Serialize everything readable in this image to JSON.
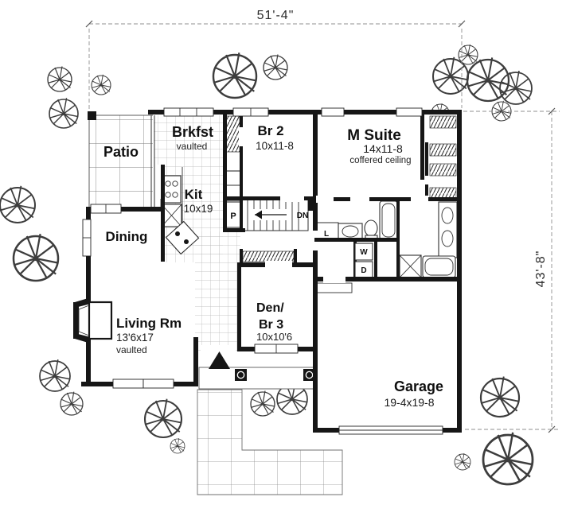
{
  "plan": {
    "dimensions": {
      "width": "51'-4\"",
      "height": "43'-8\""
    },
    "rooms": {
      "patio": {
        "name": "Patio"
      },
      "brkfst": {
        "name": "Brkfst",
        "note": "vaulted"
      },
      "br2": {
        "name": "Br 2",
        "size": "10x11-8"
      },
      "msuite": {
        "name": "M Suite",
        "size": "14x11-8",
        "note": "coffered ceiling"
      },
      "kit": {
        "name": "Kit",
        "size": "10x19"
      },
      "dining": {
        "name": "Dining"
      },
      "living": {
        "name": "Living Rm",
        "size": "13'6x17",
        "note": "vaulted"
      },
      "den": {
        "name_line1": "Den/",
        "name_line2": "Br 3",
        "size": "10x10'6"
      },
      "garage": {
        "name": "Garage",
        "size": "19-4x19-8"
      }
    },
    "markers": {
      "stairs_down": "DN",
      "pantry": "P",
      "linen": "L",
      "washer": "W",
      "dryer": "D"
    },
    "colors": {
      "wall": "#161616",
      "background": "#ffffff",
      "dimension_line": "#8f8f8f"
    }
  }
}
